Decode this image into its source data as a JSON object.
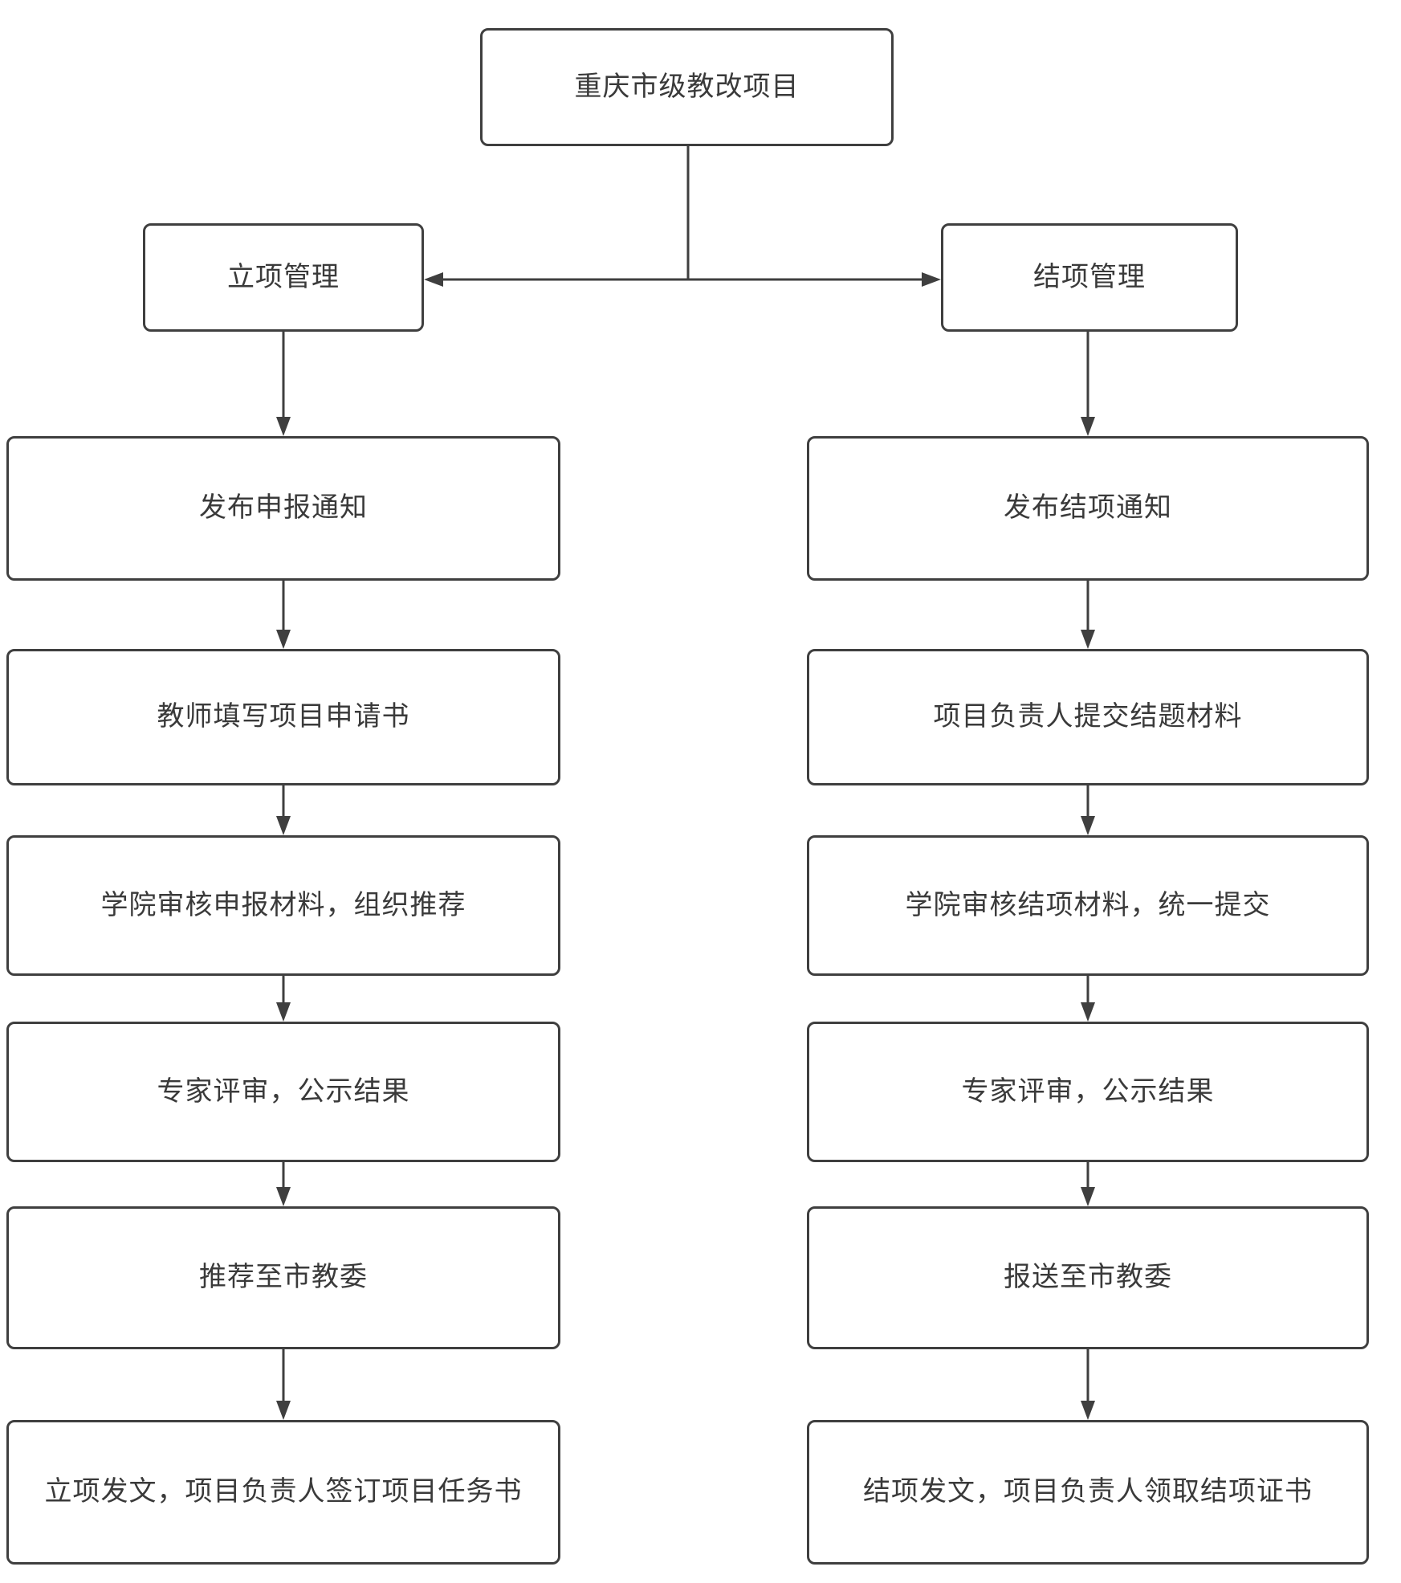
{
  "diagram": {
    "title_node": "重庆市级教改项目",
    "branches": {
      "left": {
        "title": "立项管理",
        "steps": [
          "发布申报通知",
          "教师填写项目申请书",
          "学院审核申报材料，组织推荐",
          "专家评审，公示结果",
          "推荐至市教委",
          "立项发文，项目负责人签订项目任务书"
        ]
      },
      "right": {
        "title": "结项管理",
        "steps": [
          "发布结项通知",
          "项目负责人提交结题材料",
          "学院审核结项材料，统一提交",
          "专家评审，公示结果",
          "报送至市教委",
          "结项发文，项目负责人领取结项证书"
        ]
      }
    },
    "colors": {
      "border": "#3f3f3f",
      "text": "#3a3a3a",
      "background": "#ffffff",
      "connector": "#3f3f3f"
    }
  }
}
